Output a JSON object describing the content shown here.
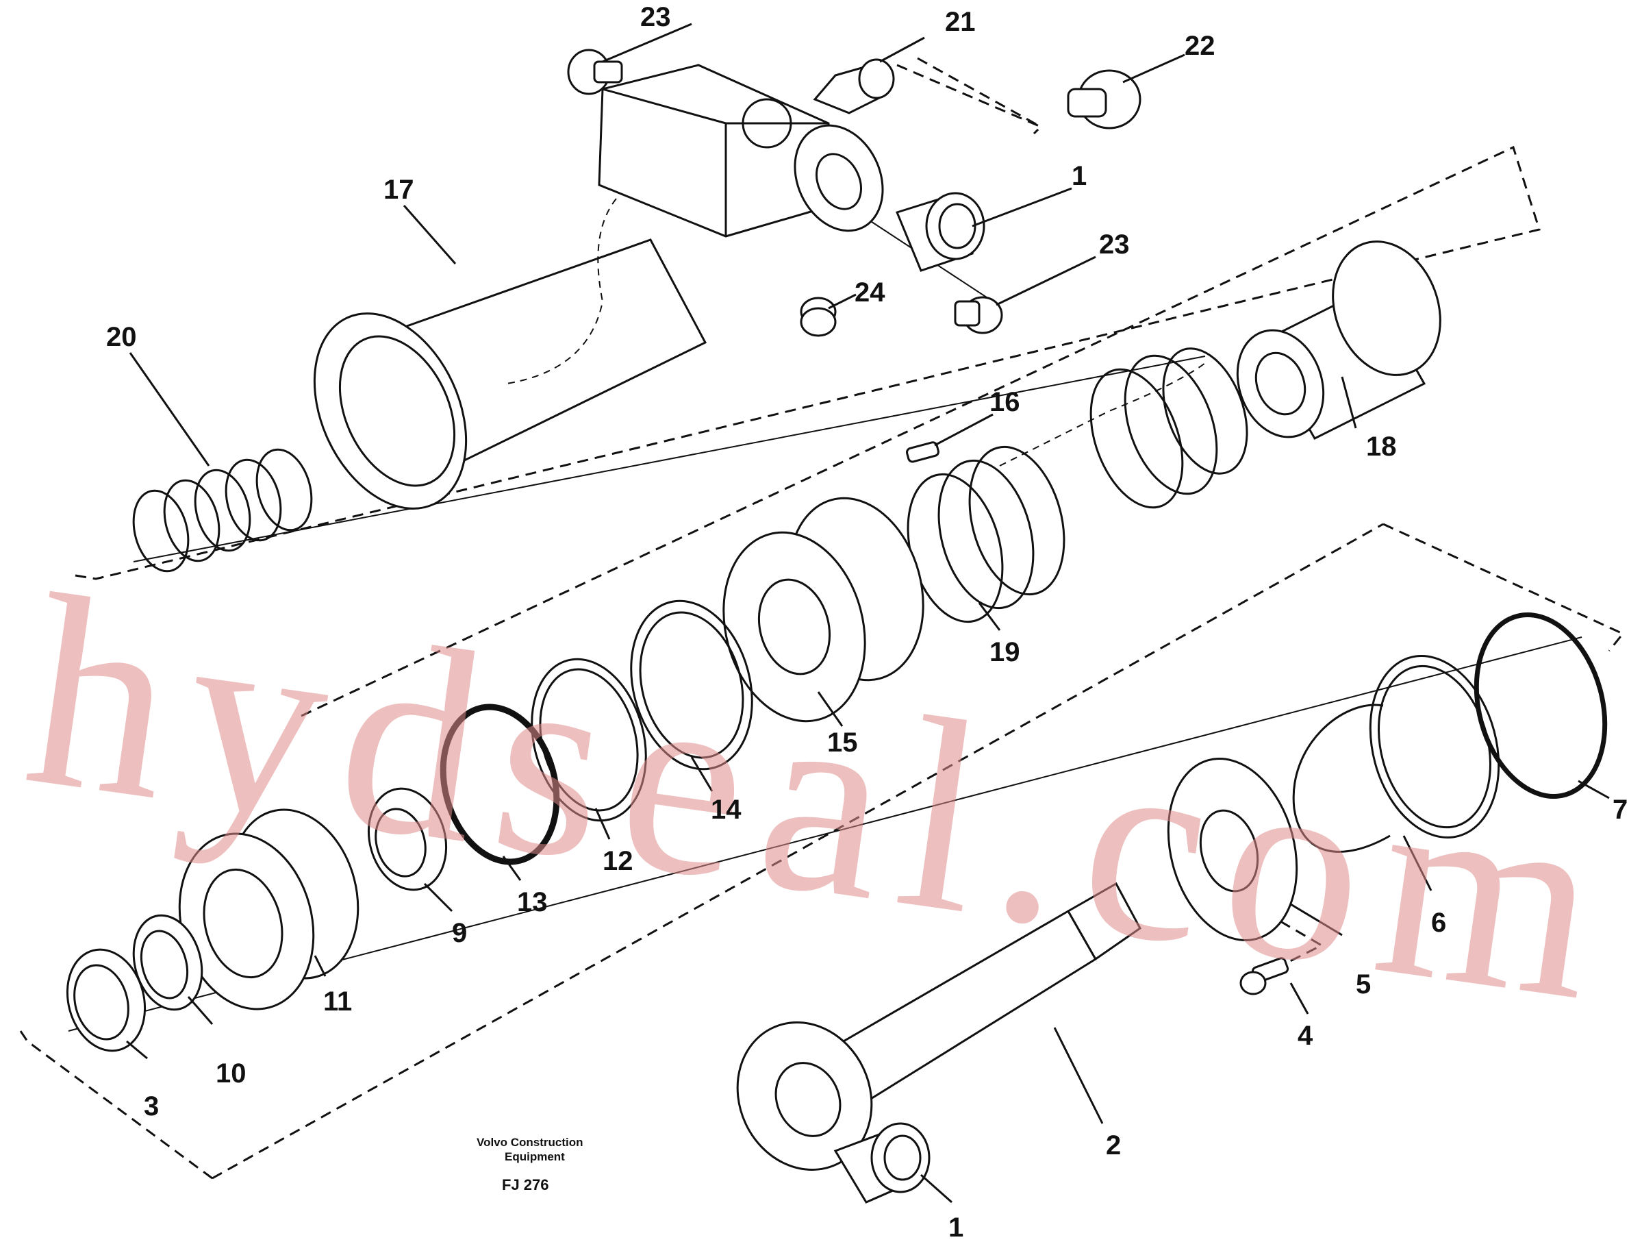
{
  "watermark": "hydseal.com",
  "credit": {
    "line1": "Volvo Construction",
    "line2": "Equipment"
  },
  "figure_code": "FJ 276",
  "callouts": {
    "c23a": "23",
    "c21": "21",
    "c22": "22",
    "c17": "17",
    "c1a": "1",
    "c23b": "23",
    "c24": "24",
    "c20": "20",
    "c16": "16",
    "c18": "18",
    "c19": "19",
    "c15": "15",
    "c14": "14",
    "c12": "12",
    "c13": "13",
    "c9": "9",
    "c11": "11",
    "c10": "10",
    "c3": "3",
    "c7": "7",
    "c6": "6",
    "c5": "5",
    "c4": "4",
    "c2": "2",
    "c1b": "1"
  }
}
